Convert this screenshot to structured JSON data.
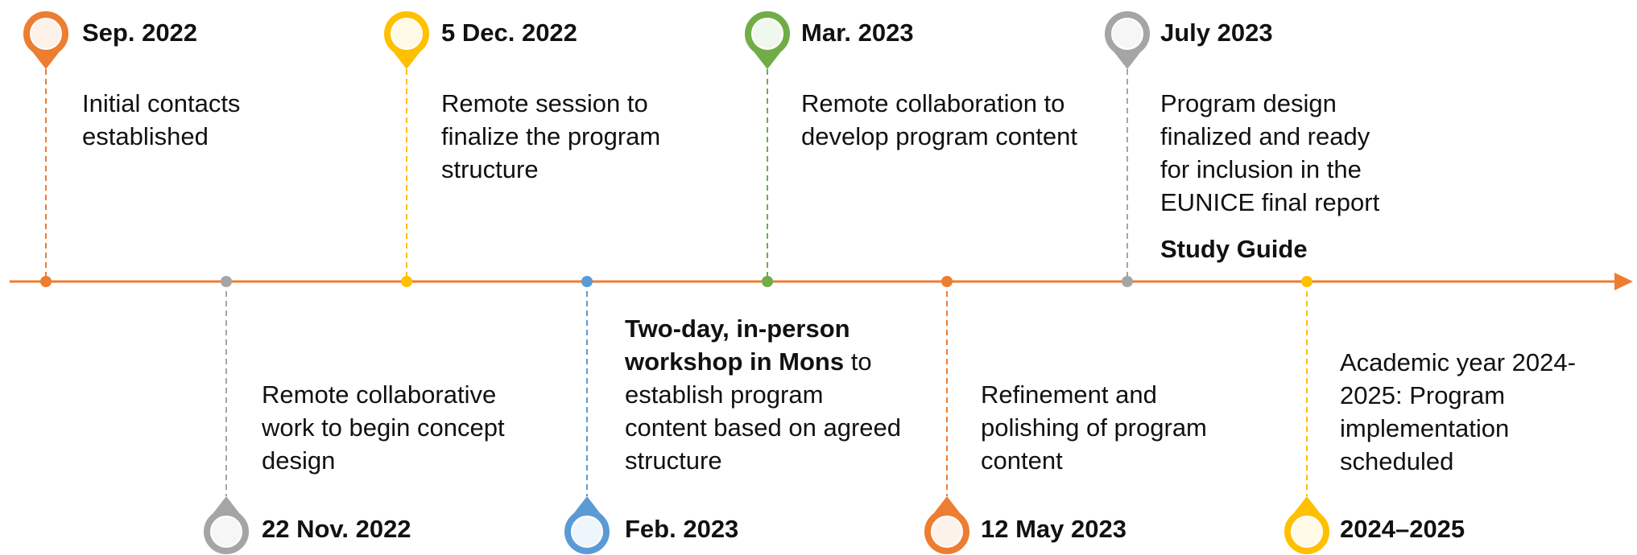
{
  "colors": {
    "axis": "#ED7D31",
    "orange": "#ED7D31",
    "yellow": "#FFC000",
    "green": "#70AD47",
    "gray": "#A5A5A5",
    "blue": "#5B9BD5"
  },
  "events": [
    {
      "date": "Sep. 2022",
      "desc": "Initial contacts established",
      "color": "orange",
      "pin": "pin-icon-orange"
    },
    {
      "date": "22 Nov. 2022",
      "desc": "Remote collaborative work to begin concept design",
      "color": "gray",
      "pin": "pin-icon-gray"
    },
    {
      "date": "5 Dec. 2022",
      "desc": "Remote session to finalize the program structure",
      "color": "yellow",
      "pin": "pin-icon-yellow"
    },
    {
      "date": "Feb. 2023",
      "desc_bold": "Two-day, in-person workshop in Mons",
      "desc": " to establish program content based on agreed structure",
      "color": "blue",
      "pin": "pin-icon-blue"
    },
    {
      "date": "Mar. 2023",
      "desc": "Remote collaboration to develop program content",
      "color": "green",
      "pin": "pin-icon-green"
    },
    {
      "date": "12 May 2023",
      "desc": "Refinement and polishing of program content",
      "color": "orange",
      "pin": "pin-icon-orange"
    },
    {
      "date": "July 2023",
      "desc": "Program design finalized and ready for inclusion in the EUNICE final report",
      "extra": "Study Guide",
      "color": "gray",
      "pin": "pin-icon-gray"
    },
    {
      "date": "2024–2025",
      "desc": "Academic year 2024-2025: Program implementation scheduled",
      "color": "yellow",
      "pin": "pin-icon-yellow"
    }
  ]
}
